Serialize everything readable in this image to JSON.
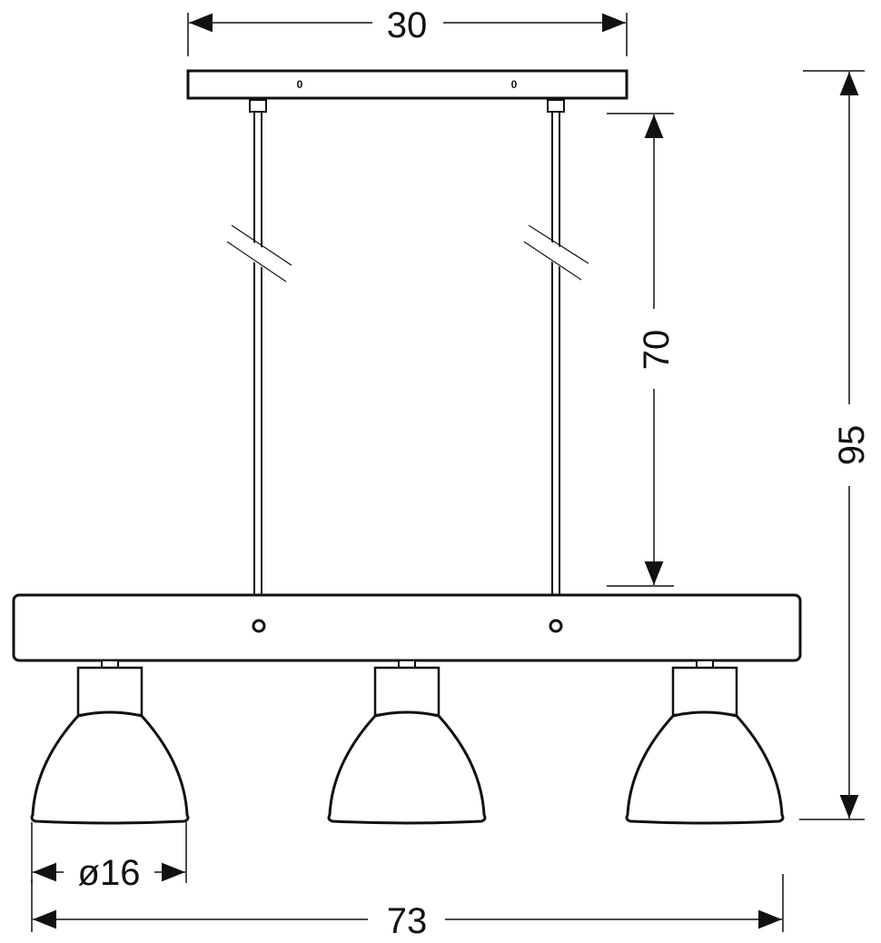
{
  "drawing": {
    "title": "Pendant lamp dimension drawing",
    "unit_note": "",
    "dimensions": {
      "canopy_width": "30",
      "cable_length": "70",
      "total_height": "95",
      "shade_diameter": "ø16",
      "total_width": "73"
    },
    "canopy_screw_marks": [
      "0",
      "0"
    ],
    "lamp_count": 3,
    "colors": {
      "line": "#111111",
      "background": "#ffffff"
    }
  }
}
